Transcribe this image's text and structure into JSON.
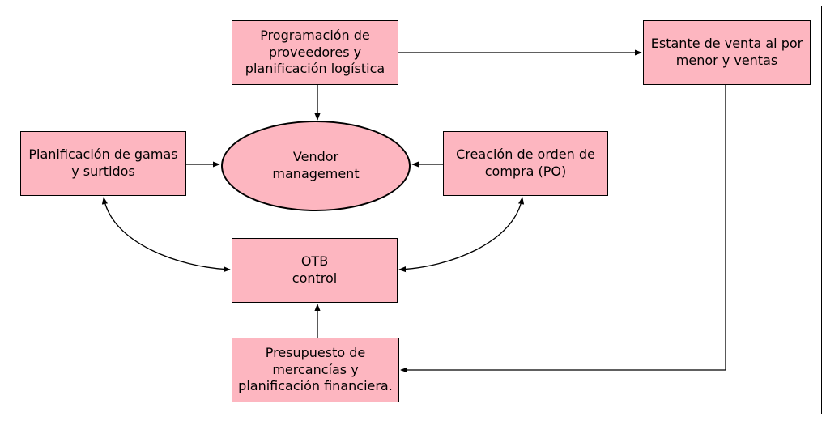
{
  "nodes": {
    "supplier_scheduling": "Programación de proveedores y planificación logística",
    "retail_shelf": "Estante de venta al por menor y ventas",
    "range_planning": "Planificación de gamas y surtidos",
    "vendor_management": "Vendor management",
    "purchase_order": "Creación de orden de compra (PO)",
    "otb_control": "OTB control",
    "budget": "Presupuesto de mercancías y planificación financiera."
  },
  "colors": {
    "node_fill": "#fdb6c0",
    "stroke": "#000000"
  }
}
